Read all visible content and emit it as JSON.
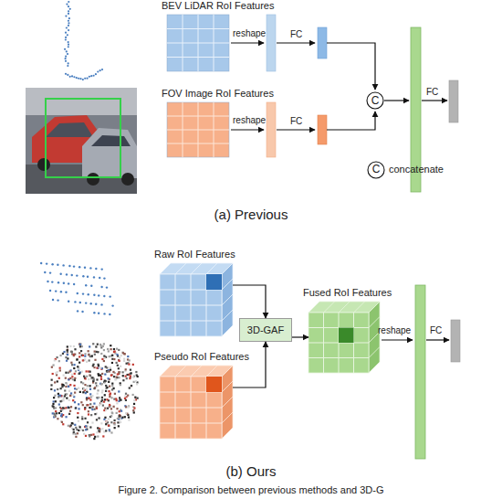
{
  "diagram": {
    "caption": "Figure 2. Comparison between previous methods and 3D-G",
    "nodes": [
      {
        "text": [
          "BEV LiDAR RoI Features"
        ]
      },
      {
        "text": [
          "FOV Image RoI Features"
        ]
      },
      {
        "text": [
          "C"
        ]
      },
      {
        "text": [
          "Raw RoI Features"
        ]
      },
      {
        "text": [
          "Pseudo RoI Features"
        ]
      },
      {
        "text": [
          "3D-GAF"
        ]
      },
      {
        "text": [
          "Fused RoI Features"
        ]
      }
    ],
    "edges": [
      {
        "from": 3,
        "to": 5,
        "arrow": "to"
      },
      {
        "from": 4,
        "to": 5,
        "arrow": "to"
      },
      {
        "from": 5,
        "to": 6,
        "arrow": "to"
      }
    ],
    "labels": [
      "reshape",
      "FC",
      "reshape",
      "FC",
      "FC",
      "C",
      "(a) Previous",
      "reshape",
      "FC",
      "(b) Ours"
    ],
    "legend": [
      {
        "text": "concatenate"
      }
    ]
  }
}
